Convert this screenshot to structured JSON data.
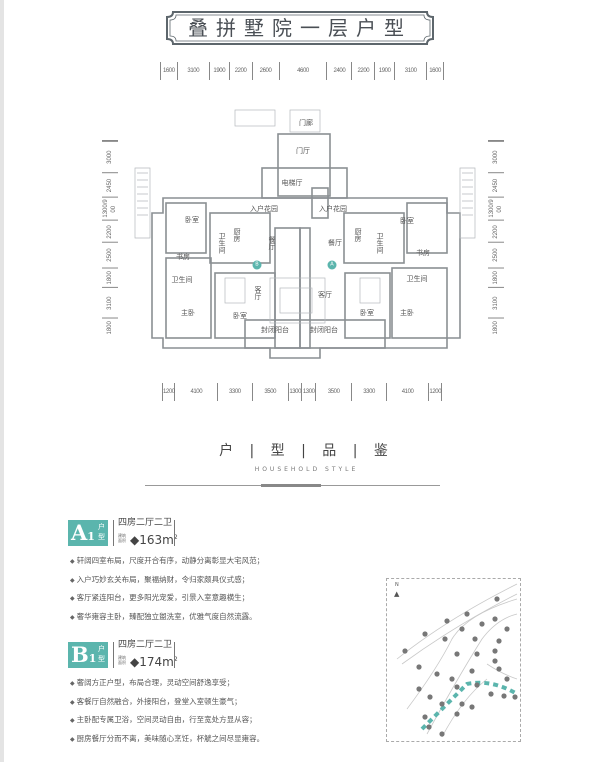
{
  "title": "叠拼墅院一层户型",
  "top_dimensions": [
    "1600",
    "3100",
    "1900",
    "2200",
    "2600",
    "4600",
    "2400",
    "2200",
    "1900",
    "3100",
    "1600"
  ],
  "bottom_dimensions": [
    "1200",
    "4100",
    "3300",
    "3500",
    "1300",
    "1300",
    "3500",
    "3300",
    "4100",
    "1200"
  ],
  "left_dimensions": [
    "3000",
    "2450",
    "1300/900",
    "2200",
    "2500",
    "1800",
    "3100",
    "1800"
  ],
  "right_dimensions": [
    "3000",
    "2450",
    "1300/900",
    "2200",
    "2500",
    "1800",
    "3100",
    "1800"
  ],
  "plan_rooms": {
    "porch": "门廊",
    "foyer": "门厅",
    "elevator_hall": "电梯厅",
    "garden_left": "入户花园",
    "garden_right": "入户花园",
    "bedroom_left_top": "卧室",
    "bedroom_right_top": "卧室",
    "kitchen_left": "厨房",
    "kitchen_right": "厨房",
    "dining_left": "餐厅",
    "dining_right": "餐厅",
    "bath_left_top": "卫生间",
    "bath_right_top": "卫生间",
    "study_left": "书房",
    "study_right": "书房",
    "bath_left": "卫生间",
    "bath_right": "卫生间",
    "living_left": "客厅",
    "living_right": "客厅",
    "master_left": "主卧",
    "master_right": "主卧",
    "bedroom_left": "卧室",
    "bedroom_right": "卧室",
    "balcony_left": "封闭阳台",
    "balcony_right": "封闭阳台",
    "marker_b": "B",
    "marker_a": "A"
  },
  "section": {
    "title": "户 | 型 | 品 | 鉴",
    "subtitle": "HOUSEHOLD STYLE"
  },
  "units": [
    {
      "code": "A",
      "num": "1",
      "suffix": "户型",
      "type": "四房二厅二卫",
      "area_label": "建筑面积",
      "area": "163m",
      "area_sup": "2",
      "features": [
        "轩阔四室布局，尺度开合有序，动静分离彰显大宅风范；",
        "入户巧妙玄关布局，聚福纳财，令归家颇具仪式感；",
        "客厅紧连阳台，更多阳光宠爱，引景入室意趣横生；",
        "奢华雍容主卧，臻配独立盥洗室，优雅气度自然流露。"
      ]
    },
    {
      "code": "B",
      "num": "1",
      "suffix": "户型",
      "type": "四房二厅二卫",
      "area_label": "建筑面积",
      "area": "174m",
      "area_sup": "2",
      "features": [
        "奢阔方正户型，布局合理，灵动空间舒逸享受；",
        "客餐厅自然融合，外接阳台，登堂入室顿生豪气；",
        "主卧配专属卫浴，空间灵动自由，行至宽处方显从容；",
        "厨房餐厅分而不离，美味随心烹饪，杯觥之间尽显雍容。"
      ]
    }
  ],
  "sitemap": {
    "north": "N"
  },
  "colors": {
    "accent": "#5bb5ad",
    "text": "#555555",
    "wall": "#8a8f93"
  }
}
